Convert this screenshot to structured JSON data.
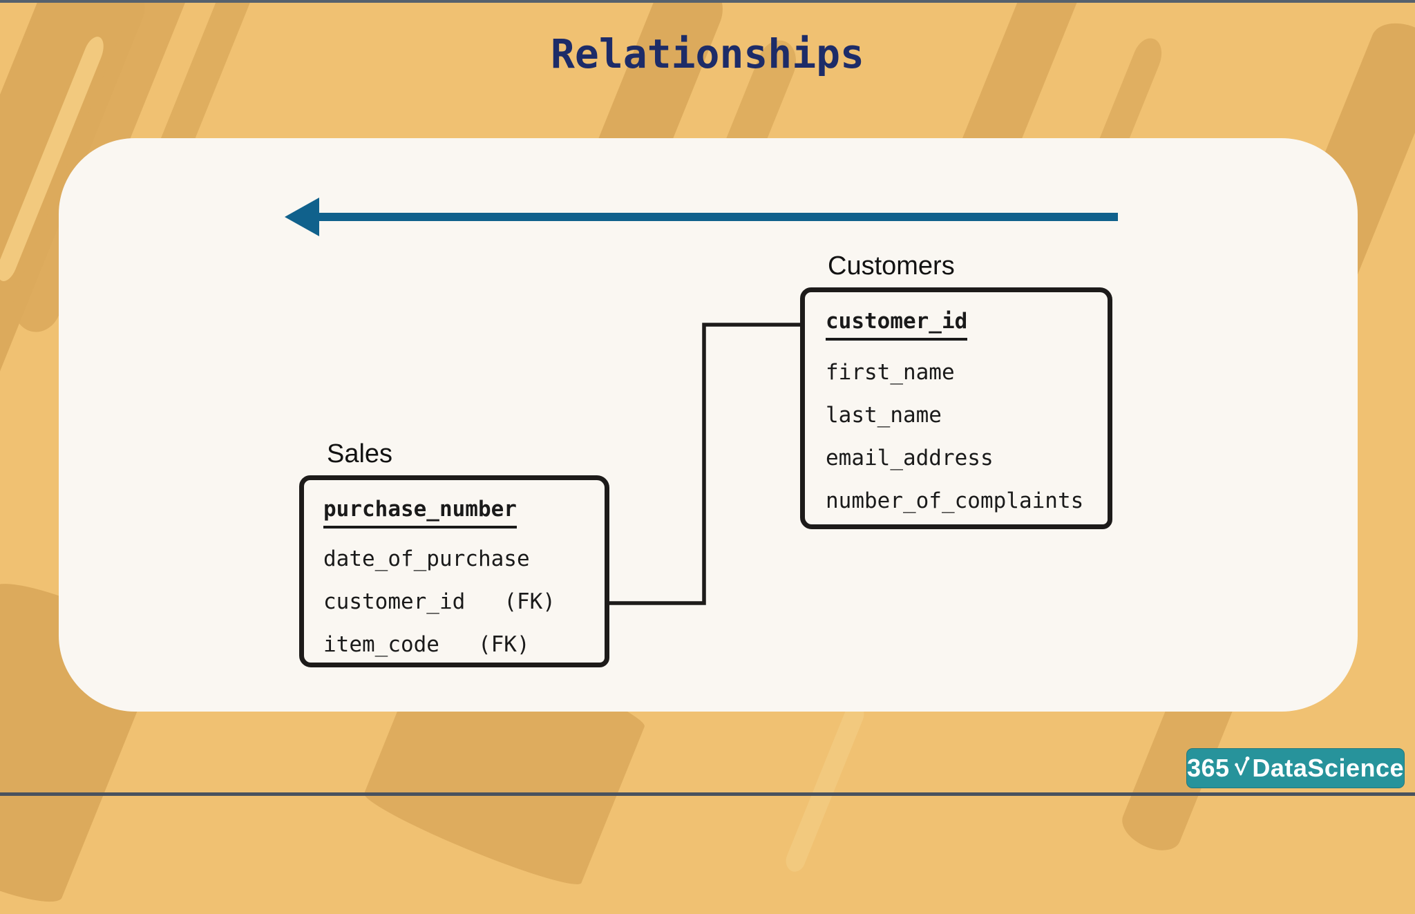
{
  "title": "Relationships",
  "entities": {
    "customers": {
      "label": "Customers",
      "fields": [
        {
          "label": "customer_id",
          "pk": true
        },
        {
          "label": "first_name"
        },
        {
          "label": "last_name"
        },
        {
          "label": "email_address"
        },
        {
          "label": "number_of_complaints"
        }
      ]
    },
    "sales": {
      "label": "Sales",
      "fields": [
        {
          "label": "purchase_number",
          "pk": true
        },
        {
          "label": "date_of_purchase"
        },
        {
          "label": "customer_id",
          "fk_tag": "(FK)"
        },
        {
          "label": "item_code",
          "fk_tag": "(FK)"
        }
      ]
    }
  },
  "logo": {
    "prefix": "365",
    "name": "DataScience"
  },
  "colors": {
    "background": "#f0c172",
    "texture_stroke": "#dcaa5c",
    "panel": "#faf7f2",
    "title_text": "#1d2c68",
    "arrow": "#10618c",
    "connector": "#1d1b1a",
    "entity_border": "#1d1b1a",
    "logo_background": "#27939b",
    "logo_text": "#ffffff"
  }
}
